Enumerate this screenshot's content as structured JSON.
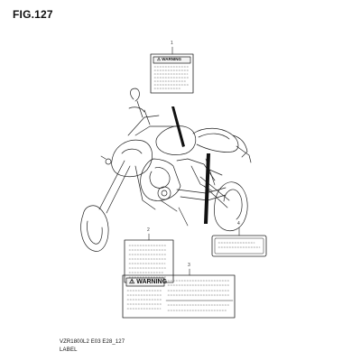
{
  "figure": {
    "title": "FIG.127",
    "code": "VZR1800L2 E03 E28_127",
    "caption": "LABEL"
  },
  "callouts": {
    "label_1": "1",
    "label_2": "2",
    "label_3": "3",
    "label_4": "4"
  },
  "label_texts": {
    "warning_small": "⚠ WARNING",
    "warning_large": "⚠ WARNING"
  }
}
